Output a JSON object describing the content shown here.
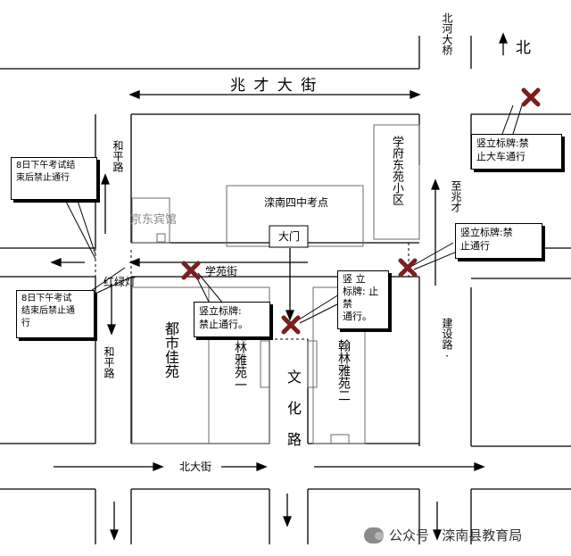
{
  "map": {
    "north_label": "北",
    "streets": {
      "zhaocai_street": "兆 才 大 街",
      "beihe_bridge": "北河大桥",
      "heping_road_north": "和平路",
      "heping_road_south": "和平路",
      "xueyuan_street": "学苑街",
      "traffic_light": "红绿灯",
      "zhizhaocai": "至兆才",
      "jianshe_road": "建设路·",
      "wenhua_road": "文 化 路",
      "beida_street": "北大街"
    },
    "buildings": {
      "exam_site": "滦南四中考点",
      "gate": "大门",
      "hotel": "京东宾馆",
      "xuefu_community": "学府东苑小区",
      "dushi_jiayuan": "都市佳苑",
      "hanlin_yayuan_1": "翰林雅苑一",
      "hanlin_yayuan_2": "翰林雅苑二"
    },
    "notices": {
      "exam_close_top": "8日下午考试结\n束后禁止通行",
      "exam_close_bottom": "8日下午考试\n结束后禁止通\n行",
      "sign_big_vehicles": "竖立标牌:禁\n止大车通行",
      "sign_east": "竖立标牌:禁\n止通行",
      "sign_xueyuan": "竖立标牌:\n禁止通行。",
      "sign_wenhua": "竖 立\n标牌: 止\n禁\n通行。"
    },
    "colors": {
      "road_line": "#000000",
      "block_line": "#6b6b6b",
      "cross_mark": "#7a1f1f"
    }
  },
  "watermark": {
    "text": "公众号 · 滦南县教育局"
  }
}
